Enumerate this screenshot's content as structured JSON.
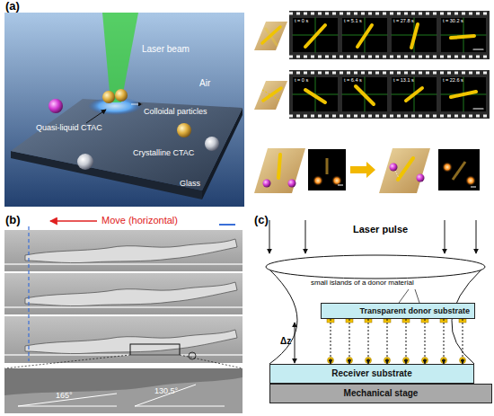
{
  "diagram": {
    "nodes": [
      {
        "text": [
          "Transparent donor substrate"
        ]
      },
      {
        "text": [
          "Receiver substrate"
        ]
      },
      {
        "text": [
          "Mechanical stage"
        ]
      }
    ],
    "edges": [
      {
        "from": 0,
        "to": 1,
        "arrow": "to"
      },
      {
        "from": 0,
        "to": 1,
        "arrow": "to"
      },
      {
        "from": 0,
        "to": 1,
        "arrow": "to"
      },
      {
        "from": 0,
        "to": 1,
        "arrow": "to"
      },
      {
        "from": 0,
        "to": 1,
        "arrow": "to"
      },
      {
        "from": 0,
        "to": 1,
        "arrow": "to"
      },
      {
        "from": 0,
        "to": 1,
        "arrow": "to"
      },
      {
        "from": 0,
        "to": 1,
        "arrow": "to"
      }
    ],
    "labels": [
      "(a)",
      "Laser beam",
      "Air",
      "Colloidal particles",
      "Quasi-liquid CTAC",
      "Crystalline CTAC",
      "Glass",
      "t = 0 s",
      "t = 5.1 s",
      "t = 27.8 s",
      "t = 30.2 s",
      "t = 0 s",
      "t = 6.4 s",
      "t = 13.1 s",
      "t = 22.6 s",
      "(b)",
      "Move (horizontal)",
      "165°",
      "130.5°",
      "(c)",
      "Laser pulse",
      "small islands of a donor material",
      "Δz"
    ]
  }
}
